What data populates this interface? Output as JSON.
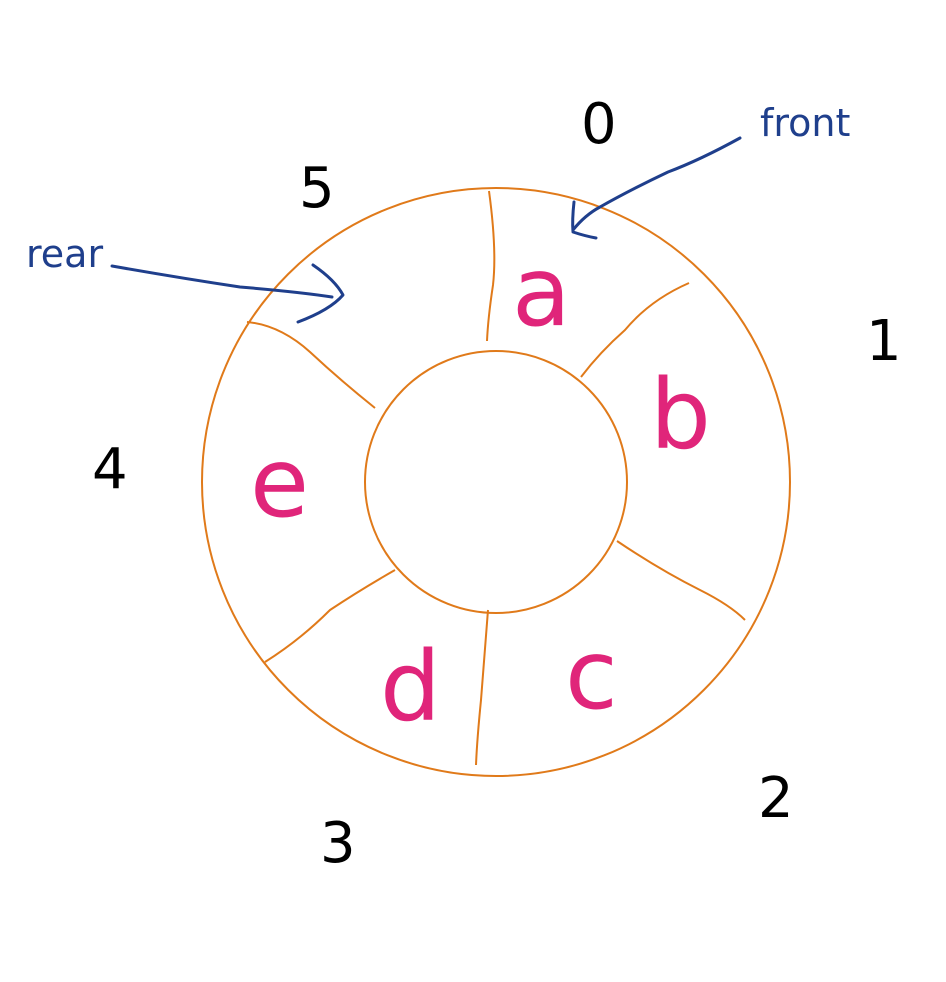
{
  "colors": {
    "ring": "#e07a1a",
    "element": "#e0257a",
    "pointer": "#1f3f8c",
    "index": "#000000",
    "background": "#ffffff"
  },
  "indices": [
    "0",
    "1",
    "2",
    "3",
    "4",
    "5"
  ],
  "slots": [
    {
      "index": "0",
      "value": "a"
    },
    {
      "index": "1",
      "value": "b"
    },
    {
      "index": "2",
      "value": "c"
    },
    {
      "index": "3",
      "value": "d"
    },
    {
      "index": "4",
      "value": "e"
    },
    {
      "index": "5",
      "value": ""
    }
  ],
  "pointers": {
    "front": "front",
    "rear": "rear"
  }
}
